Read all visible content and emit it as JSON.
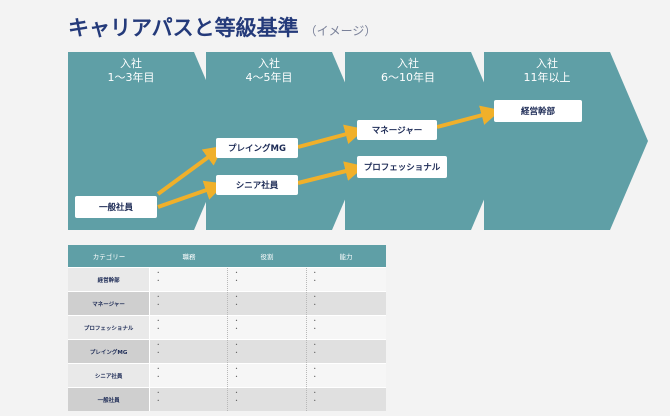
{
  "title": "キャリアパスと等級基準",
  "subtitle": "（イメージ）",
  "stages": [
    {
      "line1": "入社",
      "line2": "1〜3年目"
    },
    {
      "line1": "入社",
      "line2": "4〜5年目"
    },
    {
      "line1": "入社",
      "line2": "6〜10年目"
    },
    {
      "line1": "入社",
      "line2": "11年以上"
    }
  ],
  "roles": {
    "general": "一般社員",
    "playing": "プレイングMG",
    "senior": "シニア社員",
    "manager": "マネージャー",
    "professional": "プロフェッショナル",
    "executive": "経営幹部"
  },
  "table": {
    "headers": [
      "カテゴリー",
      "職務",
      "役割",
      "能力"
    ],
    "rows": [
      "経営幹部",
      "マネージャー",
      "プロフェッショナル",
      "プレイングMG",
      "シニア社員",
      "一般社員"
    ],
    "placeholder": "・"
  },
  "colors": {
    "teal": "#5f9fa6",
    "arrow": "#f0b02a",
    "title": "#243a7a"
  }
}
